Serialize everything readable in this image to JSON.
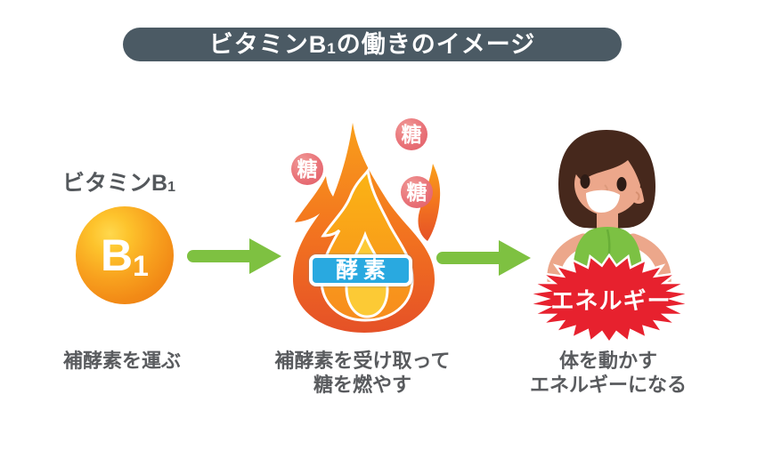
{
  "title": {
    "pre": "ビタミンB",
    "sub": "1",
    "post": "の働きのイメージ"
  },
  "vitamin": {
    "label_pre": "ビタミンB",
    "label_sub": "1",
    "ball_letter": "B",
    "ball_sub": "1",
    "caption": "補酵素を運ぶ"
  },
  "flame": {
    "sugar_badges": [
      "糖",
      "糖",
      "糖"
    ],
    "enzyme_label": "酵素",
    "caption_line1": "補酵素を受け取って",
    "caption_line2": "糖を燃やす"
  },
  "energy": {
    "burst_label": "エネルギー",
    "caption_line1": "体を動かす",
    "caption_line2": "エネルギーになる"
  },
  "colors": {
    "banner_bg": "#4b5a64",
    "arrow_green": "#7ec141",
    "flame_orange": "#f6921e",
    "flame_red": "#e55127",
    "sugar_pink": "#e4636c",
    "enzyme_blue": "#29a9e0",
    "burst_red": "#e7212e",
    "vitamin_ball_orange": "#f8a11e",
    "caption_gray": "#595b5e"
  }
}
